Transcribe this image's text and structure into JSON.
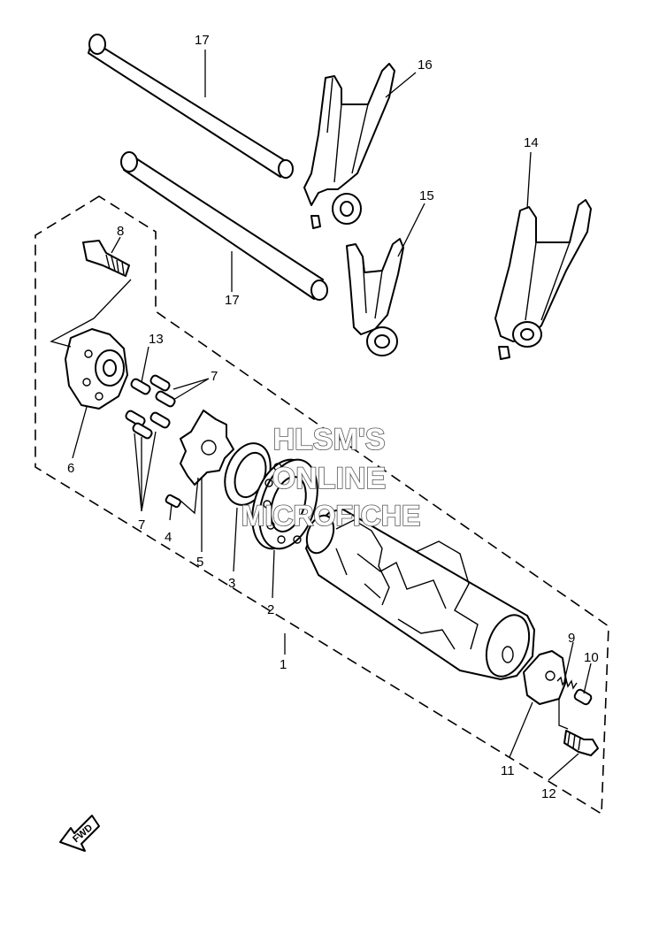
{
  "labels": {
    "p1": "1",
    "p2": "2",
    "p3": "3",
    "p4": "4",
    "p5": "5",
    "p6": "6",
    "p7a": "7",
    "p7b": "7",
    "p8": "8",
    "p9": "9",
    "p10": "10",
    "p11": "11",
    "p12": "12",
    "p13": "13",
    "p14": "14",
    "p15": "15",
    "p16": "16",
    "p17a": "17",
    "p17b": "17"
  },
  "watermark": {
    "line1": "HLSM'S",
    "line2": "ONLINE",
    "line3": "MICROFICHE"
  },
  "direction": {
    "label": "FWD"
  }
}
